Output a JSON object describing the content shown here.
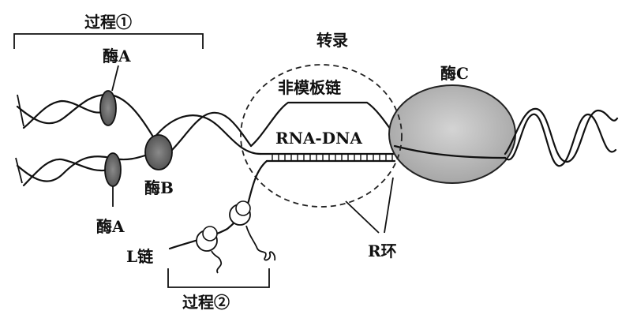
{
  "labels": {
    "process1": "过程①",
    "process2": "过程②",
    "enzyme_a_top": "酶A",
    "enzyme_a_bottom": "酶A",
    "enzyme_b": "酶B",
    "enzyme_c": "酶C",
    "transcription": "转录",
    "non_template_strand": "非模板链",
    "rna_dna": "RNA-DNA",
    "l_chain": "L链",
    "r_loop": "R环"
  },
  "colors": {
    "enzyme_fill": "#6e6e6e",
    "enzyme_c_fill": "#bdbdbd",
    "line": "#111111"
  }
}
